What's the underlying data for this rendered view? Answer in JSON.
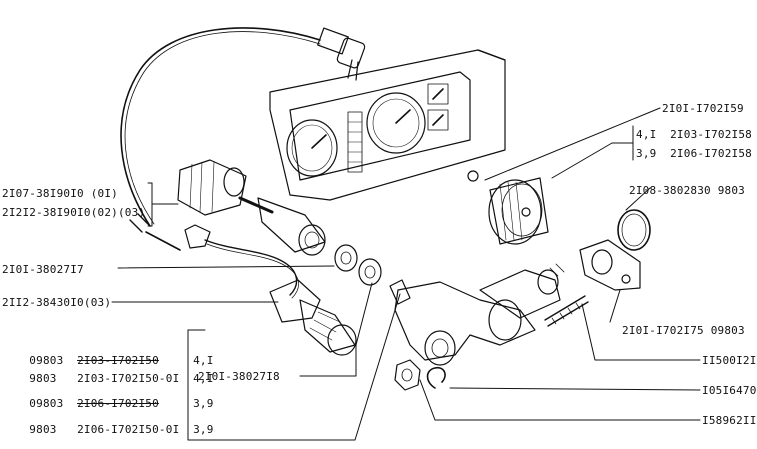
{
  "callouts": {
    "cable_a": "2I07-38I90I0 (0I)",
    "cable_b": "2I2I2-38I90I0(02)(03)",
    "washer": "2I0I-38027I7",
    "sensor": "2II2-38430I0(03)",
    "drive_cap": "2I0I-38027I8",
    "plug": "2I0I-I702I59",
    "gear_41": "4,I  2I03-I702I58",
    "gear_39": "3,9  2I06-I702I58",
    "oring": "2I08-3802830 9803",
    "gasket": "2I0I-I702I75 09803",
    "stud": "II500I2I",
    "circlip": "I05I6470",
    "nut": "I58962II"
  },
  "table": [
    {
      "code": "09803",
      "part": "2I03-I702I50",
      "ratio": "4,I",
      "struck": true
    },
    {
      "code": "9803",
      "part": "2I03-I702I50-0I",
      "ratio": "4,I",
      "struck": false
    },
    {
      "code": "09803",
      "part": "2I06-I702I50",
      "ratio": "3,9",
      "struck": true
    },
    {
      "code": "9803",
      "part": "2I06-I702I50-0I",
      "ratio": "3,9",
      "struck": false
    }
  ]
}
